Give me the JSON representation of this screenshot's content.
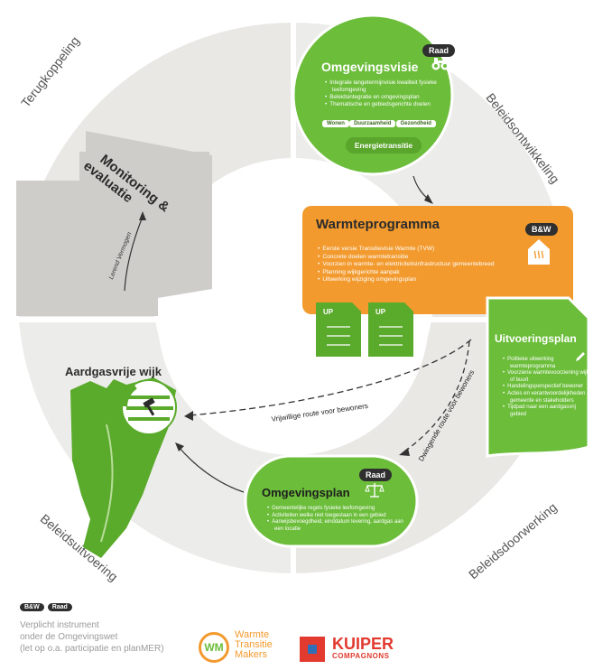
{
  "colors": {
    "ring": "#e6e6e6",
    "ring_light": "#ededea",
    "center": "#ffffff",
    "green": "#6bbd3a",
    "green_dark": "#4e9a2a",
    "orange": "#f29a2e",
    "gray_arrow": "#cfcdca",
    "dark": "#2f2f2f"
  },
  "quadrants": {
    "top_left": "Terugkoppeling",
    "top_right": "Beleidsontwikkeling",
    "bottom_right": "Beleidsdoorwerking",
    "bottom_left": "Beleidsuitvoering"
  },
  "monitoring": {
    "title_line1": "Monitoring &",
    "title_line2": "evaluatie",
    "arrow_label": "Lerend Vermogen"
  },
  "omgevingsvisie": {
    "badge": "Raad",
    "title": "Omgevingsvisie",
    "icon": "binoculars-icon",
    "items": [
      "Integrale langetermijnvisie kwaliteit fysieke leefomgeving",
      "Beleidsintegratie en omgevingsplan",
      "Thematische en gebiedsgerichte doelen"
    ],
    "tags": [
      "Wonen",
      "Duurzaamheid",
      "Gezondheid"
    ],
    "button": "Energietransitie"
  },
  "warmteprogramma": {
    "badge": "B&W",
    "title": "Warmteprogramma",
    "icon": "heat-house-icon",
    "items": [
      "Eerste versie Transitievisie Warmte (TVW)",
      "Concrete doelen warmtetransitie",
      "Voorzien in warmte- en elektriciteitsinfrastructuur gemeentebreed",
      "Planning wijkgerichte aanpak",
      "Uitwerking wijziging omgevingsplan"
    ],
    "docs": [
      "UP",
      "UP"
    ]
  },
  "uitvoeringsplan": {
    "title": "Uitvoeringsplan",
    "icon": "pencil-icon",
    "items": [
      "Politieke uitwerking warmteprogramma",
      "Voorziene warmtevoorziening wijk of buurt",
      "Handelingsperspectief bewoner",
      "Acties en verantwoordelijkheden gemeente en stakeholders",
      "Tijdpad naar een aardgasvrij gebied"
    ]
  },
  "omgevingsplan": {
    "badge": "Raad",
    "title": "Omgevingsplan",
    "icon": "scales-icon",
    "items": [
      "Gemeentelijke regels fysieke leefomgeving",
      "Activiteiten welke niet toegestaan in een gebied",
      "Aanwijsbevoegdheid, einddatum levering, aardgas aan een locatie"
    ]
  },
  "aardgasvrije_wijk": {
    "title": "Aardgasvrije wijk",
    "icon": "hammer-icon"
  },
  "routes": {
    "voluntary": "Vrijwillige route voor bewoners",
    "mandatory": "Dwingende route voor bewoners"
  },
  "legend": {
    "badges": [
      "B&W",
      "Raad"
    ],
    "line1": "Verplicht instrument",
    "line2": "onder de Omgevingswet",
    "line3": "(let op o.a. participatie en planMER)"
  },
  "logos": {
    "wtm_mark": "WM",
    "wtm_line1": "Warmte",
    "wtm_line2": "Transitie",
    "wtm_line3": "Makers",
    "kuiper_name": "KUIPER",
    "kuiper_sub": "COMPAGNONS"
  }
}
